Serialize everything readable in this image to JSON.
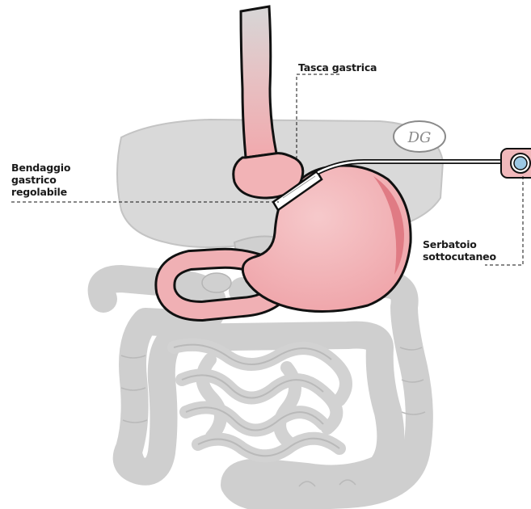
{
  "labels": {
    "tasca_gastrica": "Tasca gastrica",
    "bendaggio": [
      "Bendaggio",
      "gastrico",
      "regolabile"
    ],
    "serbatoio": [
      "Serbatoio",
      "sottocutaneo"
    ]
  },
  "logo": {
    "text": "DG"
  },
  "colors": {
    "organ_fill": "#d9d9d9",
    "organ_stroke": "#bdbdbd",
    "stomach_fill": "#f2b3b6",
    "stomach_dark": "#e07b84",
    "outline": "#111111"
  }
}
